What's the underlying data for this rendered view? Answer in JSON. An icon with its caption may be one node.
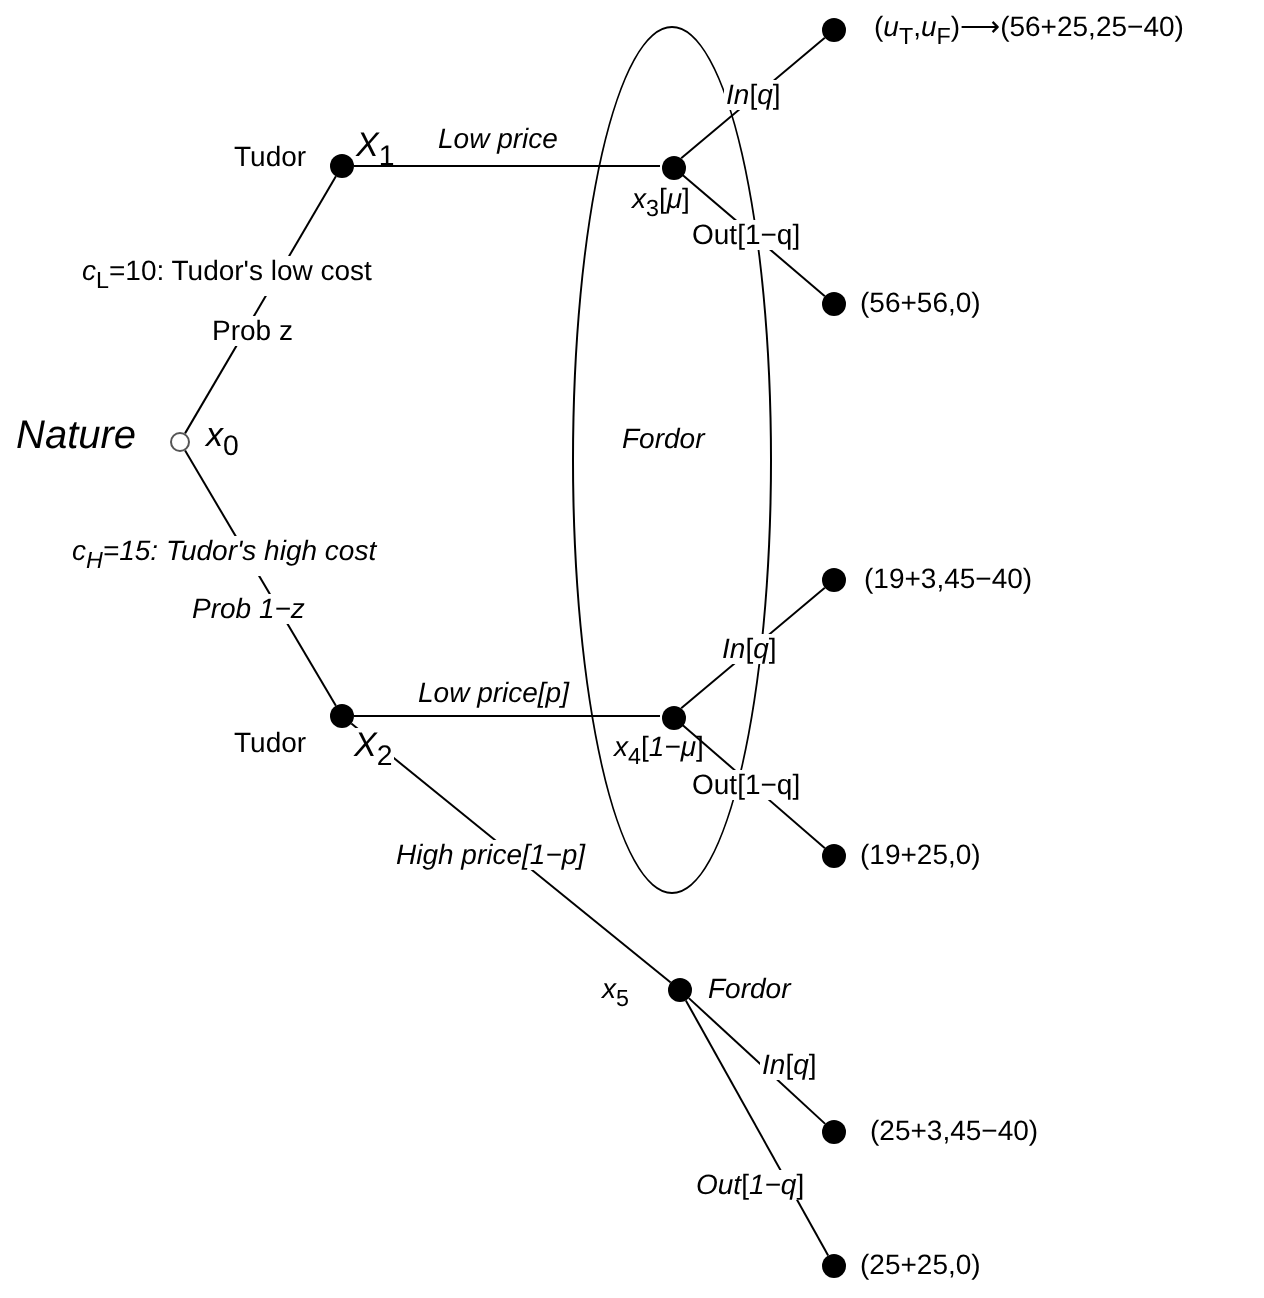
{
  "diagram": {
    "nodes": [
      {
        "text": [],
        "shape": "circle",
        "beside": [
          "Nature",
          "*x*$_{0}$"
        ]
      },
      {
        "text": [],
        "shape": "circle",
        "beside": [
          "Tudor",
          "*X*$_{1}$"
        ]
      },
      {
        "text": [],
        "shape": "circle",
        "beside": [
          "Tudor",
          "*X*$_{2}$"
        ]
      },
      {
        "text": [
          "Fordor"
        ]
      },
      {
        "text": [],
        "shape": "circle",
        "in": 3,
        "beside": [
          "*x*$_{3}$[*μ*]"
        ]
      },
      {
        "text": [],
        "shape": "circle",
        "in": 3,
        "beside": [
          "*x*$_{4}$[*1−μ*]"
        ]
      },
      {
        "text": [],
        "shape": "circle",
        "beside": [
          "*x*$_{5}$",
          "Fordor"
        ]
      },
      {
        "text": [],
        "shape": "circle",
        "beside": [
          "(*u*$_{T}$,*u*$_{F}$)⟶(56+25,25−40)"
        ]
      },
      {
        "text": [],
        "shape": "circle",
        "beside": [
          "(56+56,0)"
        ]
      },
      {
        "text": [],
        "shape": "circle",
        "beside": [
          "(19+3,45−40)"
        ]
      },
      {
        "text": [],
        "shape": "circle",
        "beside": [
          "(19+25,0)"
        ]
      },
      {
        "text": [],
        "shape": "circle",
        "beside": [
          "(25+3,45−40)"
        ]
      },
      {
        "text": [],
        "shape": "circle",
        "beside": [
          "(25+25,0)"
        ]
      }
    ],
    "edges": [
      {
        "from": 0,
        "to": 1,
        "arrow": "none",
        "label": "*c*$_{L}$=10: Tudor's low cost"
      },
      {
        "from": 0,
        "to": 2,
        "arrow": "none",
        "label": "*c*$_{H}$=15: Tudor's high cost"
      },
      {
        "from": 1,
        "to": 4,
        "arrow": "none",
        "label": "Low price"
      },
      {
        "from": 2,
        "to": 5,
        "arrow": "none",
        "label": "Low price[p]"
      },
      {
        "from": 2,
        "to": 6,
        "arrow": "none",
        "label": "High price[1−p]"
      },
      {
        "from": 4,
        "to": 7,
        "arrow": "none",
        "label": "*In*[*q*]"
      },
      {
        "from": 4,
        "to": 8,
        "arrow": "none",
        "label": "Out[1−q]"
      },
      {
        "from": 5,
        "to": 9,
        "arrow": "none",
        "label": "*In*[*q*]"
      },
      {
        "from": 5,
        "to": 10,
        "arrow": "none",
        "label": "Out[1−q]"
      },
      {
        "from": 6,
        "to": 11,
        "arrow": "none",
        "label": "*In*[*q*]"
      },
      {
        "from": 6,
        "to": 12,
        "arrow": "none",
        "label": "*Out*[*1−q*]"
      }
    ],
    "labels": [
      "Prob z",
      "Prob 1−z"
    ]
  }
}
